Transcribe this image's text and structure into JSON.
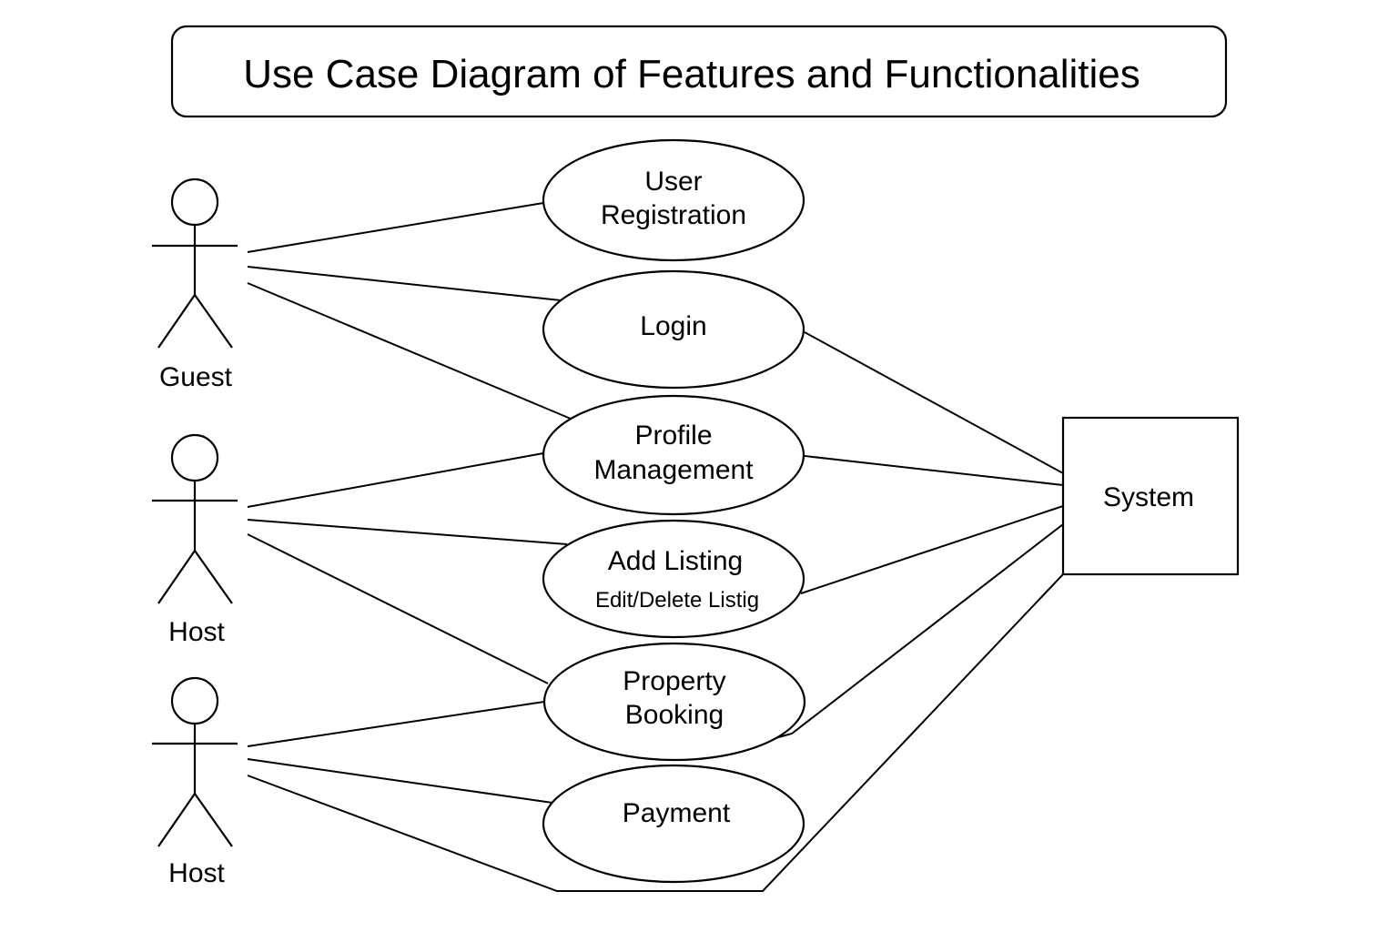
{
  "title": "Use Case Diagram of Features and Functionalities",
  "actors": [
    {
      "id": "guest",
      "label": "Guest"
    },
    {
      "id": "host1",
      "label": "Host"
    },
    {
      "id": "host2",
      "label": "Host"
    }
  ],
  "use_cases": [
    {
      "id": "user-registration",
      "lines": [
        "User",
        "Registration"
      ]
    },
    {
      "id": "login",
      "lines": [
        "Login"
      ]
    },
    {
      "id": "profile-management",
      "lines": [
        "Profile",
        "Management"
      ]
    },
    {
      "id": "add-listing",
      "lines": [
        "Add Listing",
        "Edit/Delete Listig"
      ]
    },
    {
      "id": "property-booking",
      "lines": [
        "Property",
        "Booking"
      ]
    },
    {
      "id": "payment",
      "lines": [
        "Payment"
      ]
    }
  ],
  "system": {
    "label": "System"
  },
  "associations": [
    {
      "from": "guest",
      "to": "user-registration"
    },
    {
      "from": "guest",
      "to": "login"
    },
    {
      "from": "guest",
      "to": "profile-management"
    },
    {
      "from": "host1",
      "to": "profile-management"
    },
    {
      "from": "host1",
      "to": "add-listing"
    },
    {
      "from": "host1",
      "to": "property-booking"
    },
    {
      "from": "host2",
      "to": "property-booking"
    },
    {
      "from": "host2",
      "to": "payment"
    },
    {
      "from": "host2",
      "to": "system"
    },
    {
      "from": "login",
      "to": "system"
    },
    {
      "from": "profile-management",
      "to": "system"
    },
    {
      "from": "add-listing",
      "to": "system"
    },
    {
      "from": "property-booking",
      "to": "system"
    }
  ]
}
